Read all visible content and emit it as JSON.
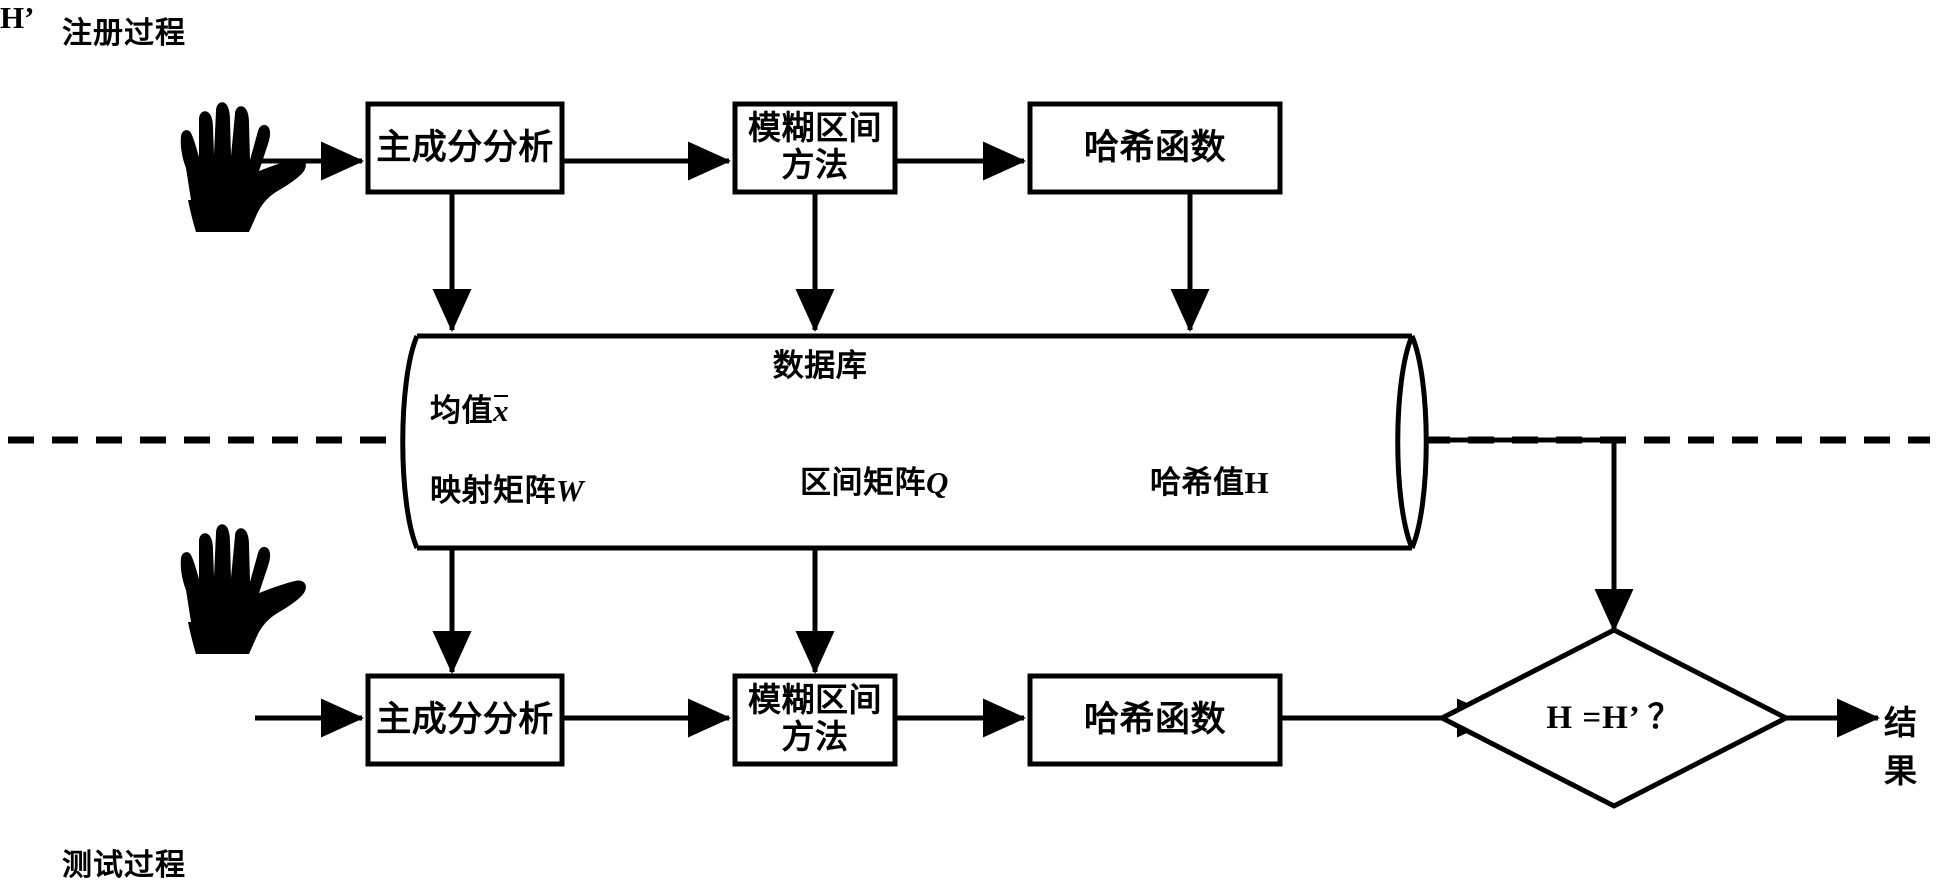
{
  "diagram": {
    "title_top": "注册过程",
    "title_bottom": "测试过程",
    "enroll_row": {
      "hand_icon": "hand-palm-icon",
      "boxes": [
        {
          "id": "pca",
          "label": "主成分分析"
        },
        {
          "id": "fuzzy",
          "label": "模糊区间\n方法"
        },
        {
          "id": "hash",
          "label": "哈希函数"
        }
      ]
    },
    "database": {
      "title": "数据库",
      "fields": [
        {
          "id": "mean",
          "prefix": "均值",
          "symbol": "x",
          "overbar": true
        },
        {
          "id": "projection",
          "prefix": "映射矩阵",
          "symbol": "W",
          "overbar": false
        },
        {
          "id": "interval",
          "prefix": "区间矩阵",
          "symbol": "Q",
          "overbar": false
        },
        {
          "id": "hashvalue",
          "prefix": "哈希值",
          "symbol": "H",
          "overbar": false
        }
      ]
    },
    "test_row": {
      "hand_icon": "hand-palm-icon",
      "boxes": [
        {
          "id": "pca2",
          "label": "主成分分析"
        },
        {
          "id": "fuzzy2",
          "label": "模糊区间\n方法"
        },
        {
          "id": "hash2",
          "label": "哈希函数"
        }
      ],
      "hash_output_label": "H’",
      "decision": "H =H’ ？",
      "result": "结果"
    },
    "colors": {
      "stroke": "#000000",
      "background": "#ffffff"
    }
  }
}
